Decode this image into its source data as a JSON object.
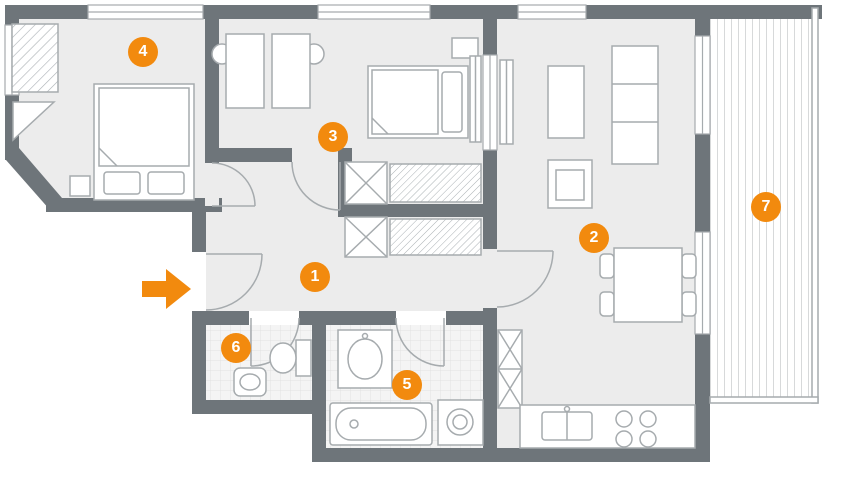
{
  "markers": [
    {
      "number": "1"
    },
    {
      "number": "2"
    },
    {
      "number": "3"
    },
    {
      "number": "4"
    },
    {
      "number": "5"
    },
    {
      "number": "6"
    },
    {
      "number": "7"
    }
  ],
  "colors": {
    "accent": "#f28a0e",
    "wall": "#6e757a",
    "floor": "#ececec",
    "tile_floor": "#f4f4f4",
    "furniture_line": "#a6abae",
    "balcony_hatch": "#d7d9da"
  }
}
